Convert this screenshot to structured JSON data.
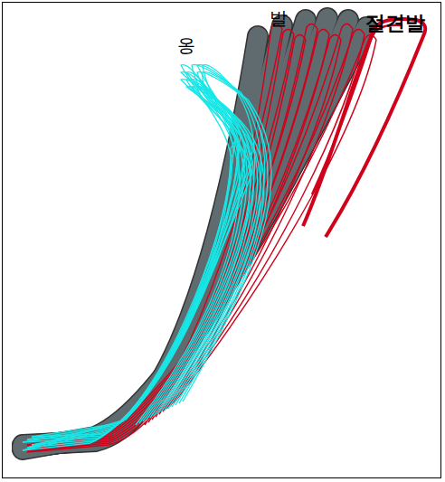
{
  "diagram": {
    "labels": [
      "옹",
      "발",
      "절견발"
    ]
  }
}
